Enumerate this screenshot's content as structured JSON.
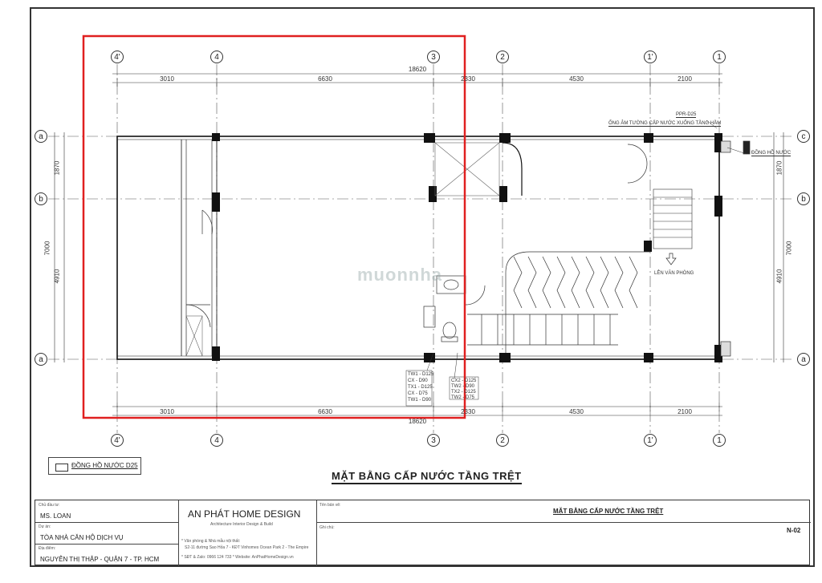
{
  "drawing": {
    "title": "MẶT BẰNG CẤP NƯỚC TẦNG TRỆT",
    "watermark": "muonnha",
    "grid_top": [
      "4'",
      "4",
      "3",
      "2",
      "1'",
      "1"
    ],
    "grid_bottom": [
      "4'",
      "4",
      "3",
      "2",
      "1'",
      "1"
    ],
    "grid_left": [
      "a",
      "b",
      "a"
    ],
    "grid_right": [
      "c",
      "b",
      "a"
    ],
    "dims_top": [
      "3010",
      "6630",
      "2330",
      "4530",
      "2100"
    ],
    "dims_bottom": [
      "3010",
      "6630",
      "2330",
      "4530",
      "2100"
    ],
    "overall_top": "18620",
    "overall_bottom": "18620",
    "dims_left": [
      "1870",
      "4910"
    ],
    "overall_left": "7000",
    "dims_right": [
      "1870",
      "4910"
    ],
    "overall_right": "7000",
    "annotations": {
      "pipe_tag": "PPR-D25",
      "pipe_note": "ỐNG ÂM TƯỜNG CẤP NƯỚC XUỐNG TẦNG HẦM",
      "meter_note": "ĐỒNG HỒ NƯỚC",
      "up_office": "LÊN VĂN PHÒNG",
      "left_labels": [
        "TW1 - D125",
        "CX - D90",
        "TX1 - D125",
        "CX - D75",
        "TW1 - D90"
      ],
      "right_labels": [
        "CX2 - D125",
        "TW2 - D90",
        "TX2 - D125",
        "TW2 - D75"
      ]
    },
    "legend": "ĐỒNG HỒ NƯỚC D25"
  },
  "title_block": {
    "owner_label": "Chủ đầu tư:",
    "owner": "MS. LOAN",
    "project_label": "Dự án:",
    "project": "TÒA NHÀ CĂN HỘ DỊCH VỤ",
    "location_label": "Địa điểm:",
    "location": "NGUYỄN THỊ THẬP - QUẬN 7 - TP. HCM",
    "company": "AN PHÁT HOME DESIGN",
    "company_sub": "Architecture Interior Design & Build",
    "office_line1": "* Văn phòng & Nhà mẫu nội thất:",
    "office_line2": "S2-11 đường Sao Hỏa 7 - KĐT Vinhomes Ocean Park 2 - The Empire",
    "contact": "* SĐT & Zalo: 0966 124 733   * Website: AnPhatHomeDesign.vn",
    "sheet_name_label": "Tên bản vẽ:",
    "sheet_name": "MẶT BẰNG CẤP NƯỚC TẦNG TRỆT",
    "note_label": "Ghi chú:",
    "sheet_no": "N-02"
  },
  "colors": {
    "highlight": "#e02020",
    "line": "#333333",
    "wall": "#111111"
  }
}
